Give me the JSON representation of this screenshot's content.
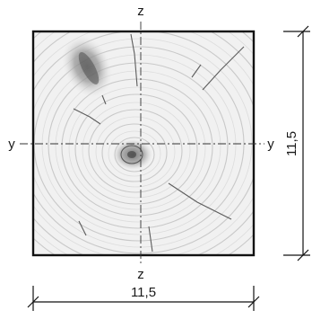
{
  "axes": {
    "z_top": "z",
    "z_bottom": "z",
    "y_left": "y",
    "y_right": "y"
  },
  "dimensions": {
    "width": "11,5",
    "height": "11,5"
  }
}
